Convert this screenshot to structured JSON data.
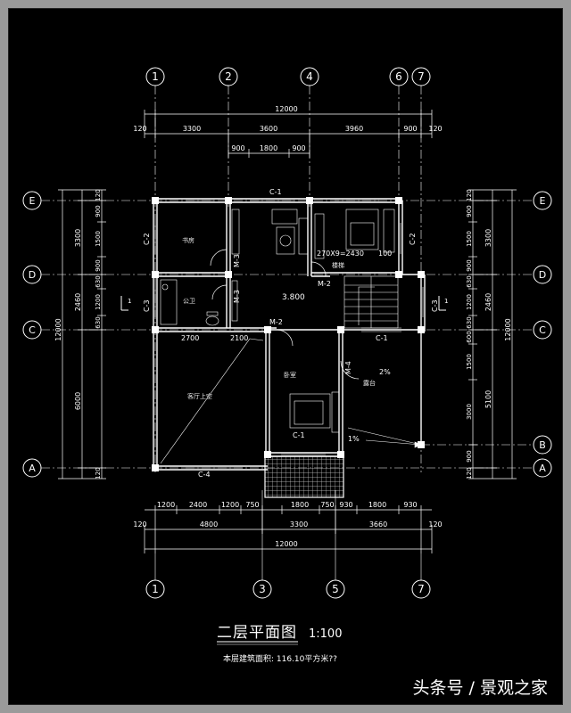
{
  "title": "二层平面图",
  "scale": "1:100",
  "area_note": "本层建筑面积: 116.10平方米??",
  "watermark": "头条号 / 景观之家",
  "grid_top": [
    "1",
    "2",
    "4",
    "6",
    "7"
  ],
  "grid_bottom": [
    "1",
    "3",
    "5",
    "7"
  ],
  "grid_side": [
    "E",
    "D",
    "C",
    "B",
    "A"
  ],
  "dims_top": {
    "overall": "12000",
    "row1": [
      "120",
      "3300",
      "3600",
      "3960",
      "900",
      "120"
    ],
    "row2": [
      "900",
      "1800",
      "900"
    ]
  },
  "dims_bottom": {
    "row1": [
      "1200",
      "2400",
      "1200",
      "750",
      "1800",
      "750",
      "930",
      "1800",
      "930"
    ],
    "row2": [
      "120",
      "4800",
      "3300",
      "3660",
      "120"
    ],
    "overall": "12000"
  },
  "dims_left": {
    "outer": "12000",
    "mid": [
      "3300",
      "2460",
      "6000"
    ],
    "inner": [
      "120",
      "900",
      "1500",
      "900",
      "630",
      "1200",
      "630",
      "120"
    ]
  },
  "dims_right": {
    "outer": "12000",
    "mid": [
      "3300",
      "2460",
      "5100"
    ],
    "inner": [
      "120",
      "900",
      "1500",
      "900",
      "630",
      "1200",
      "630",
      "600",
      "1500",
      "3000",
      "900",
      "120"
    ]
  },
  "rooms": {
    "study": "书房",
    "bath": "公卫",
    "void": "客厅上空",
    "bedroom": "卧室",
    "terrace": "露台"
  },
  "labels": {
    "c1_top": "C-1",
    "c1_mid": "C-1",
    "c1_bot": "C-1",
    "c2_left": "C-2",
    "c2_right": "C-2",
    "c3_left": "C-3",
    "c3_right": "C-3",
    "c4": "C-4",
    "m3_a": "M-3",
    "m3_b": "M-3",
    "m2_a": "M-2",
    "m2_b": "M-2",
    "m4": "M-4",
    "stair": "270X9=2430",
    "stair_small": "100",
    "level": "3.800",
    "slope1": "2%",
    "slope2": "1%",
    "dim2700": "2700",
    "dim2100": "2100",
    "lobby": "楼梯",
    "section_1": "1",
    "section_2": "1"
  },
  "colors": {
    "background": "#000000",
    "frame": "#9a9a9a",
    "lines": "#ffffff"
  }
}
